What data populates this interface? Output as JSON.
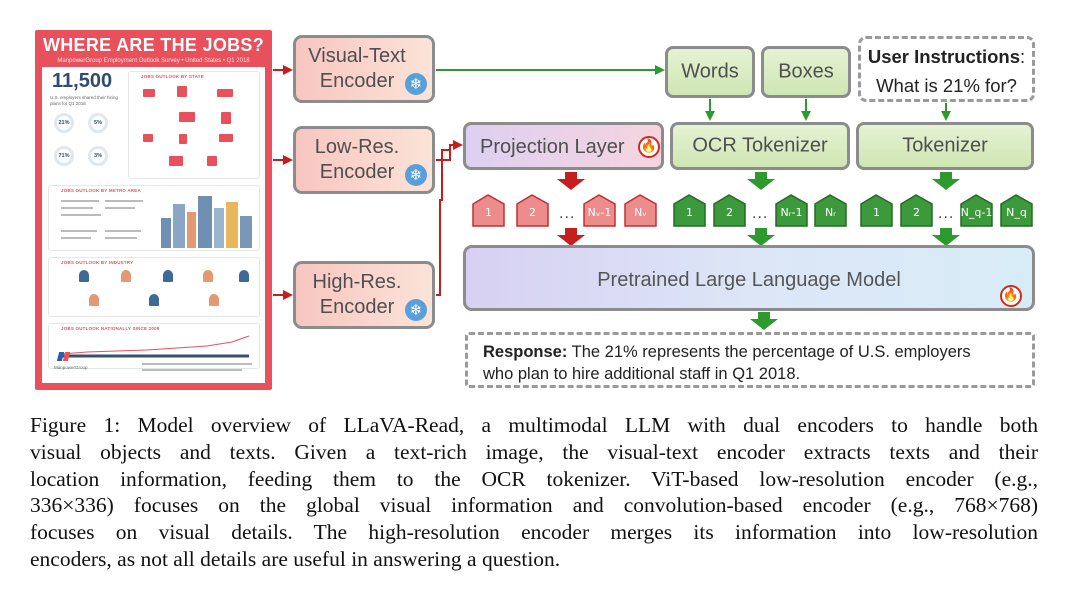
{
  "poster": {
    "title": "WHERE ARE THE JOBS?",
    "subtitle": "ManpowerGroup Employment Outlook Survey • United States • Q1 2018",
    "stat": "11,500",
    "stat_caption": "U.S. employers shared their hiring plans for Q1 2018",
    "circles": [
      "21%",
      "5%",
      "71%",
      "3%"
    ],
    "section_state": "JOBS OUTLOOK BY STATE",
    "section_metro": "JOBS OUTLOOK BY METRO AREA",
    "section_industry": "JOBS OUTLOOK BY INDUSTRY",
    "section_national": "JOBS OUTLOOK NATIONALLY SINCE 2009",
    "brand": "ManpowerGroup"
  },
  "encoders": {
    "visual_text": "Visual-Text Encoder",
    "low_res": "Low-Res. Encoder",
    "high_res": "High-Res. Encoder"
  },
  "boxes": {
    "words": "Words",
    "boxes": "Boxes",
    "projection": "Projection Layer",
    "ocr_tokenizer": "OCR Tokenizer",
    "tokenizer": "Tokenizer",
    "llm": "Pretrained Large Language Model"
  },
  "user": {
    "label": "User Instructions",
    "question": "What is 21% for?"
  },
  "tokens": {
    "visual": [
      "1",
      "2",
      "Nᵥ-1",
      "Nᵥ"
    ],
    "ocr": [
      "1",
      "2",
      "Nᵣ-1",
      "Nᵣ"
    ],
    "query": [
      "1",
      "2",
      "N_q-1",
      "N_q"
    ],
    "ellipsis": "..."
  },
  "response": {
    "label": "Response:",
    "text_line1": "The 21% represents the percentage of U.S. employers",
    "text_line2": "who plan to hire additional staff in Q1 2018."
  },
  "caption": {
    "line1": "Figure 1: Model overview of LLaVA-Read, a multimodal LLM with dual encoders to handle both",
    "line2": "visual objects and texts. Given a text-rich image, the visual-text encoder extracts texts and their",
    "line3": "location information, feeding them to the OCR tokenizer. ViT-based low-resolution encoder (e.g.,",
    "line4": "336×336) focuses on the global visual information and convolution-based encoder (e.g., 768×768)",
    "line5": "focuses on visual details. The high-resolution encoder merges its information into low-resolution",
    "line6": "encoders, as not all details are useful in answering a question."
  },
  "colors": {
    "red_arrow": "#c41e1e",
    "green_arrow": "#2e9a2e",
    "visual_token": "#ec8c8c",
    "ocr_token": "#3c9a3c",
    "border_gray": "#8c8c8c"
  },
  "icons": {
    "frozen": "snowflake-icon",
    "trainable": "fire-icon"
  }
}
